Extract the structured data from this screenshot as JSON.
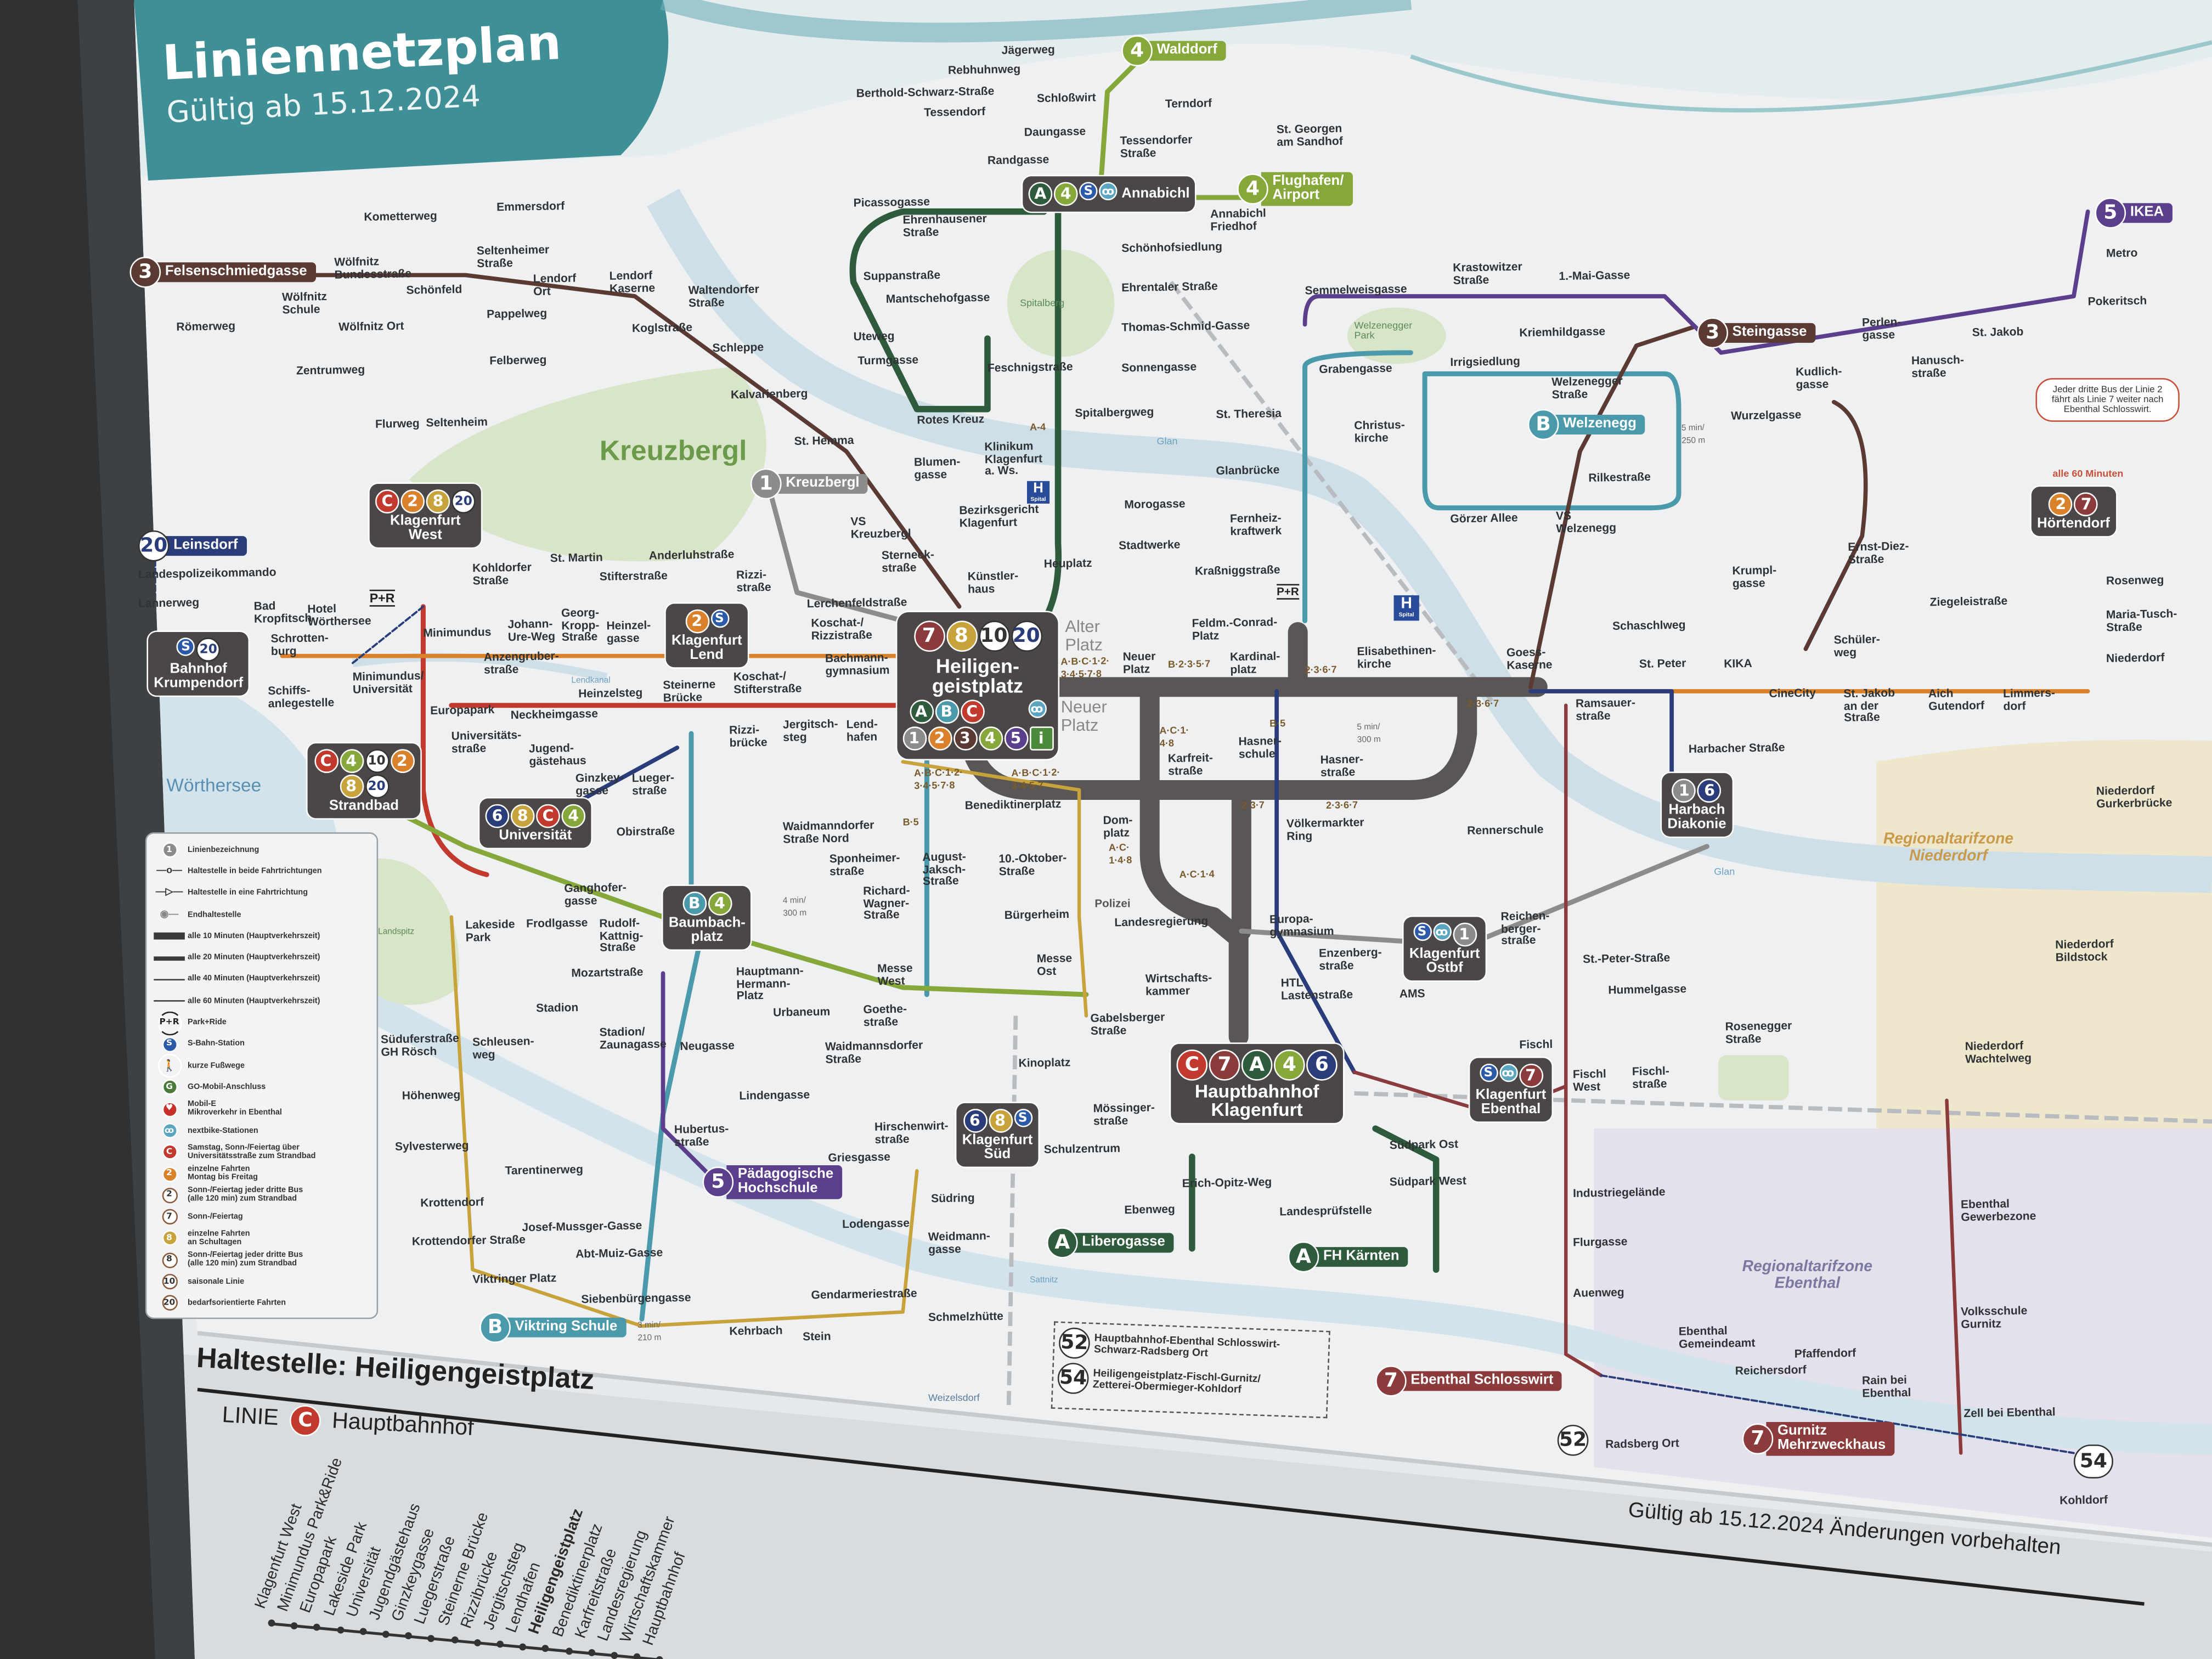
{
  "header": {
    "title": "Liniennetzplan",
    "valid_from": "Gültig ab 15.12.2024"
  },
  "line_colors": {
    "A": "#2f5b3d",
    "B": "#4b9aab",
    "C": "#c23a2e",
    "1": "#8c8c8c",
    "2": "#d9822b",
    "3": "#5b3a33",
    "4": "#86a83a",
    "5": "#5b3f8c",
    "6": "#2a3d7a",
    "7": "#8b3b3b",
    "8": "#c8a23a",
    "10": "#333333",
    "20": "#2a3d7a",
    "S": "#2a5aa8",
    "nb": "#5aa6c0",
    "trunk": "#5a5656"
  },
  "map": {
    "heiligengeistplatz": {
      "name": "Heiligen-\ngeistplatz",
      "top_lines": [
        "7",
        "8",
        "10",
        "20"
      ],
      "mid_lines": [
        "A",
        "B",
        "C"
      ],
      "bottom_lines": [
        "1",
        "2",
        "3",
        "4",
        "5"
      ],
      "info": "i"
    },
    "hubs": [
      {
        "name": "Annabichl",
        "lines": [
          "A",
          "4",
          "S",
          "nb"
        ]
      },
      {
        "name": "Walddorf",
        "lines": [
          "4"
        ]
      },
      {
        "name": "Flughafen/\nAirport",
        "lines": [
          "4"
        ]
      },
      {
        "name": "IKEA",
        "lines": [
          "5"
        ]
      },
      {
        "name": "Felsenschmiedgasse",
        "lines": [
          "3"
        ]
      },
      {
        "name": "Klagenfurt\nWest",
        "lines": [
          "C",
          "2",
          "8",
          "20"
        ]
      },
      {
        "name": "Leinsdorf",
        "lines": [
          "20"
        ]
      },
      {
        "name": "Kreuzbergl",
        "lines": [
          "1"
        ]
      },
      {
        "name": "Bahnhof\nKrumpendorf",
        "lines": [
          "S",
          "20"
        ]
      },
      {
        "name": "Klagenfurt\nLend",
        "lines": [
          "2",
          "S"
        ]
      },
      {
        "name": "Strandbad",
        "lines": [
          "C",
          "4",
          "10",
          "2",
          "8",
          "20"
        ]
      },
      {
        "name": "Universität",
        "lines": [
          "6",
          "8",
          "C",
          "4"
        ]
      },
      {
        "name": "Baumbach-\nplatz",
        "lines": [
          "B",
          "4"
        ]
      },
      {
        "name": "Klagenfurt\nSüd",
        "lines": [
          "6",
          "8",
          "S"
        ]
      },
      {
        "name": "Pädagogische\nHochschule",
        "lines": [
          "5"
        ]
      },
      {
        "name": "Viktring Schule",
        "lines": [
          "B"
        ]
      },
      {
        "name": "Liberogasse",
        "lines": [
          "A"
        ]
      },
      {
        "name": "FH Kärnten",
        "lines": [
          "A"
        ]
      },
      {
        "name": "Hauptbahnhof\nKlagenfurt",
        "lines": [
          "C",
          "7",
          "A",
          "4",
          "6"
        ]
      },
      {
        "name": "Klagenfurt\nOstbf",
        "lines": [
          "S",
          "nb",
          "1"
        ]
      },
      {
        "name": "Klagenfurt\nEbenthal",
        "lines": [
          "S",
          "nb",
          "7"
        ]
      },
      {
        "name": "Harbach\nDiakonie",
        "lines": [
          "1",
          "6"
        ]
      },
      {
        "name": "Hörtendorf",
        "lines": [
          "2",
          "7"
        ]
      },
      {
        "name": "Steingasse",
        "lines": [
          "3"
        ]
      },
      {
        "name": "Welzenegg",
        "lines": [
          "B"
        ]
      },
      {
        "name": "Ebenthal Schlosswirt",
        "lines": [
          "7"
        ]
      },
      {
        "name": "Gurnitz\nMehrzweckhaus",
        "lines": [
          "7"
        ]
      }
    ],
    "stops": [
      "Jägerweg",
      "Rebhuhnweg",
      "Berthold-Schwarz-Straße",
      "Tessendorf",
      "Schloßwirt",
      "Daungasse",
      "Randgasse",
      "Terndorf",
      "Tessendorfer\nStraße",
      "St. Georgen\nam Sandhof",
      "Annabichl\nFriedhof",
      "Picassogasse",
      "Ehrenhausener\nStraße",
      "Schönhofsiedlung",
      "Suppanstraße",
      "Mantschehofgasse",
      "Ehrentaler Straße",
      "Uteweg",
      "Turmgasse",
      "Thomas-Schmid-Gasse",
      "Feschnigstraße",
      "Sonnengasse",
      "Rotes Kreuz",
      "Spitalbergweg",
      "Kometterweg",
      "Emmersdorf",
      "Seltenheimer\nStraße",
      "Wölfnitz\nBundesstraße",
      "Schönfeld",
      "Lendorf\nOrt",
      "Lendorf\nKaserne",
      "Waltendorfer\nStraße",
      "Wölfnitz\nSchule",
      "Römerweg",
      "Wölfnitz Ort",
      "Pappelweg",
      "Koglstraße",
      "Schleppe",
      "Zentrumweg",
      "Felberweg",
      "Flurweg",
      "Seltenheim",
      "Kalvarienberg",
      "St. Hemma",
      "Blumen-\ngasse",
      "Klinikum\nKlagenfurt\na. Ws.",
      "Morogasse",
      "Bezirksgericht\nKlagenfurt",
      "VS\nKreuzbergl",
      "Stadtwerke",
      "Sterneck-\nstraße",
      "Heuplatz",
      "Künstler-\nhaus",
      "Landespolizeikommando",
      "Lannerweg",
      "Kohldorfer\nStraße",
      "St. Martin",
      "Anderluhstraße",
      "Stifterstraße",
      "Rizzi-\nstraße",
      "Lerchenfeldstraße",
      "Koschat-/\nRizzistraße",
      "Bad\nKropfitsch",
      "Hotel\nWörthersee",
      "Schrotten-\nburg",
      "Johann-\nUre-Weg",
      "Georg-\nKropp-\nStraße",
      "Heinzel-\ngasse",
      "Minimundus",
      "Anzengruber-\nstraße",
      "Koschat-/\nStifterstraße",
      "Bachmann-\ngymnasium",
      "Minimundus/\nUniversität",
      "Heinzelsteg",
      "Steinerne\nBrücke",
      "Schiffs-\nanlegestelle",
      "Europapark",
      "Neckheimgasse",
      "Rizzi-\nbrücke",
      "Jergitsch-\nsteg",
      "Lend-\nhafen",
      "Universitäts-\nstraße",
      "Jugend-\ngästehaus",
      "Ginzkey-\ngasse",
      "Lueger-\nstraße",
      "Obirstraße",
      "Waidmanndorfer\nStraße Nord",
      "Sponheimer-\nstraße",
      "August-\nJaksch-\nStraße",
      "Richard-\nWagner-\nStraße",
      "10.-Oktober-\nStraße",
      "Bürgerheim",
      "Benediktinerplatz",
      "Dom-\nplatz",
      "Karfreit-\nstraße",
      "Hasner-\nschule",
      "Hasner-\nstraße",
      "Völkermarkter\nRing",
      "Kardinal-\nplatz",
      "Feldm.-Conrad-\nPlatz",
      "Neuer\nPlatz",
      "Elisabethinen-\nkirche",
      "Landesregierung",
      "Europa-\ngymnasium",
      "Ganghofer-\ngasse",
      "Frodlgasse",
      "Rudolf-\nKattnig-\nStraße",
      "Lakeside\nPark",
      "Mozartstraße",
      "Messe\nWest",
      "Hauptmann-\nHermann-\nPlatz",
      "Urbaneum",
      "Goethe-\nstraße",
      "Stadion",
      "Stadion/\nZaunagasse",
      "Neugasse",
      "Waidmannsdorfer\nStraße",
      "Süduferstraße\nGH Rösch",
      "Schleusen-\nweg",
      "Lindengasse",
      "Messe\nOst",
      "Kinoplatz",
      "Gabelsberger\nStraße",
      "Wirtschafts-\nkammer",
      "Enzenberg-\nstraße",
      "HTL\nLastenstraße",
      "AMS",
      "Höhenweg",
      "Mössinger-\nstraße",
      "Hirschenwirt-\nstraße",
      "Sylvesterweg",
      "Hubertus-\nstraße",
      "Schulzentrum",
      "Griesgasse",
      "Tarentinerweg",
      "Südring",
      "Krottendorf",
      "Lodengasse",
      "Josef-Mussger-Gasse",
      "Weidmann-\ngasse",
      "Krottendorfer Straße",
      "Abt-Muiz-Gasse",
      "Viktringer Platz",
      "Siebenbürgengasse",
      "Gendarmeriestraße",
      "Schmelzhütte",
      "Kehrbach",
      "Stein",
      "Ebenweg",
      "Erich-Opitz-Weg",
      "Landesprüfstelle",
      "Südpark Ost",
      "Südpark West",
      "Industriegelände",
      "Flurgasse",
      "Auenweg",
      "Fischl",
      "Fischl\nWest",
      "Fischl-\nstraße",
      "Rosenegger\nStraße",
      "Hummelgasse",
      "St.-Peter-Straße",
      "Reichen-\nberger-\nstraße",
      "Rennerschule",
      "Harbacher Straße",
      "Goess-\nKaserne",
      "Ramsauer-\nstraße",
      "St. Peter",
      "KIKA",
      "CineCity",
      "St. Jakob\nan der\nStraße",
      "Aich\nGutendorf",
      "Limmers-\ndorf",
      "Schaschlweg",
      "Schüler-\nweg",
      "Ernst-Diez-\nStraße",
      "Ziegeleistraße",
      "Rosenweg",
      "Maria-Tusch-\nStraße",
      "Niederdorf",
      "Niederdorf\nGurkerbrücke",
      "Niederdorf\nBildstock",
      "Niederdorf\nWachtelweg",
      "Ebenthal\nGewerbezone",
      "Volksschule\nGurnitz",
      "Ebenthal\nGemeindeamt",
      "Pfaffendorf",
      "Reichersdorf",
      "Rain bei\nEbenthal",
      "Zell bei Ebenthal",
      "Kohldorf",
      "Radsberg Ort",
      "Krumpl-\ngasse",
      "Wurzelgasse",
      "Kudlich-\ngasse",
      "Perlen-\ngasse",
      "St. Jakob",
      "Hanusch-\nstraße",
      "Pokeritsch",
      "Metro",
      "Kriemhildgasse",
      "1.-Mai-Gasse",
      "Krastowitzer\nStraße",
      "Semmelweisgasse",
      "Grabengasse",
      "Irrigsiedlung",
      "Welzenegger\nStraße",
      "St. Theresia",
      "Christus-\nkirche",
      "Glanbrücke",
      "Rilkestraße",
      "Fernheiz-\nkraftwerk",
      "Görzer Allee",
      "VS\nWelzenegg",
      "Kraßniggstraße"
    ],
    "places": [
      "Kreuzbergl",
      "Wörthersee",
      "Alter\nPlatz",
      "Neuer\nPlatz",
      "Regionaltarifzone\nNiederdorf",
      "Regionaltarifzone\nEbenthal",
      "Spitalberg",
      "Welzenegger\nPark",
      "Landspitz",
      "Glan",
      "Lendkanal",
      "Sattnitz",
      "Weizelsdorf",
      "Glan"
    ],
    "line_codes": [
      "A·B·C·1·2·\n3·4·5·7·8",
      "B·2·3·5·7",
      "A·B·C·1·2·\n3·4·5·7·8",
      "A·B·C·1·2·\n3·4·5·7",
      "A·C·1·\n4·8",
      "A·C·1·4",
      "2·3·6·7",
      "2·3·7",
      "2·3·6·7",
      "2·3·6·7",
      "A·C·\n1·4·8",
      "B·5",
      "B·5",
      "A-4"
    ],
    "walk_notes": [
      "5 min/\n300 m",
      "4 min/\n300 m",
      "3 min/\n210 m",
      "5 min/\n250 m"
    ],
    "hospital_label": "Spital",
    "park_ride": "P+R",
    "polizei": "Polizei",
    "info_bubble": {
      "text": "Jeder dritte Bus der Linie 2 fährt als Linie 7 weiter nach Ebenthal Schlosswirt.",
      "frequency": "alle 60 Minuten"
    },
    "regional_lines": [
      {
        "line": "52",
        "text": "Hauptbahnhof-Ebenthal Schlosswirt-\nSchwarz-Radsberg Ort"
      },
      {
        "line": "54",
        "text": "Heiligengeistplatz-Fischl-Gurnitz/\nZetterei-Obermieger-Kohldorf"
      }
    ],
    "terminal_badges": [
      "52",
      "54"
    ]
  },
  "legend": [
    {
      "icon": "line-number-icon",
      "label": "Linienbezeichnung",
      "mark": "1"
    },
    {
      "icon": "stop-both-directions-icon",
      "label": "Haltestelle in beide Fahrtrichtungen"
    },
    {
      "icon": "stop-one-direction-icon",
      "label": "Haltestelle in eine Fahrtrichtung"
    },
    {
      "icon": "terminal-stop-icon",
      "label": "Endhaltestelle"
    },
    {
      "icon": "line-10min-icon",
      "label": "alle 10 Minuten (Hauptverkehrszeit)"
    },
    {
      "icon": "line-20min-icon",
      "label": "alle 20 Minuten (Hauptverkehrszeit)"
    },
    {
      "icon": "line-40min-icon",
      "label": "alle 40 Minuten (Hauptverkehrszeit)"
    },
    {
      "icon": "line-60min-icon",
      "label": "alle 60 Minuten (Hauptverkehrszeit)"
    },
    {
      "icon": "park-ride-icon",
      "label": "Park+Ride",
      "mark": "P+R"
    },
    {
      "icon": "s-bahn-icon",
      "label": "S-Bahn-Station",
      "mark": "S"
    },
    {
      "icon": "walk-icon",
      "label": "kurze Fußwege",
      "mark": "🚶"
    },
    {
      "icon": "go-mobil-icon",
      "label": "GO-Mobil-Anschluss",
      "mark": "G"
    },
    {
      "icon": "mobil-e-heart-icon",
      "label": "Mobil-E\nMikroverkehr in Ebenthal",
      "mark": "♥"
    },
    {
      "icon": "nextbike-icon",
      "label": "nextbike-Stationen",
      "mark": "ꝏ"
    },
    {
      "icon": "line-c-special-icon",
      "label": "Samstag, Sonn-/Feiertag über\nUniversitätsstraße zum Strandbad",
      "mark": "C"
    },
    {
      "icon": "line-2-special-icon",
      "label": "einzelne Fahrten\nMontag bis Freitag",
      "mark": "2"
    },
    {
      "icon": "line-2-sunday-icon",
      "label": "Sonn-/Feiertag jeder dritte Bus\n(alle 120 min) zum Strandbad",
      "mark": "2"
    },
    {
      "icon": "line-7-sunday-icon",
      "label": "Sonn-/Feiertag",
      "mark": "7"
    },
    {
      "icon": "line-8-school-icon",
      "label": "einzelne Fahrten\nan Schultagen",
      "mark": "8"
    },
    {
      "icon": "line-8-sunday-icon",
      "label": "Sonn-/Feiertag jeder dritte Bus\n(alle 120 min) zum Strandbad",
      "mark": "8"
    },
    {
      "icon": "line-10-seasonal-icon",
      "label": "saisonale Linie",
      "mark": "10"
    },
    {
      "icon": "line-20-demand-icon",
      "label": "bedarfsorientierte Fahrten",
      "mark": "20"
    }
  ],
  "stop_panel": {
    "title": "Haltestelle: Heiligengeistplatz",
    "line_prefix": "LINIE",
    "line": "C",
    "direction": "Hauptbahnhof",
    "sequence": [
      "Klagenfurt West",
      "Minimundus Park&Ride",
      "Europapark",
      "Lakeside Park",
      "Universität",
      "Jugendgästehaus",
      "Ginzkeygasse",
      "Luegerstraße",
      "Steinerne Brücke",
      "Rizzibrücke",
      "Jergitschsteg",
      "Lendhafen",
      "Heiligengeistplatz",
      "Benediktinerplatz",
      "Karfreitstraße",
      "Landesregierung",
      "Wirtschaftskammer",
      "Hauptbahnhof"
    ],
    "current": "Heiligengeistplatz"
  },
  "footer": {
    "validity": "Gültig ab 15.12.2024 Änderungen vorbehalten"
  }
}
